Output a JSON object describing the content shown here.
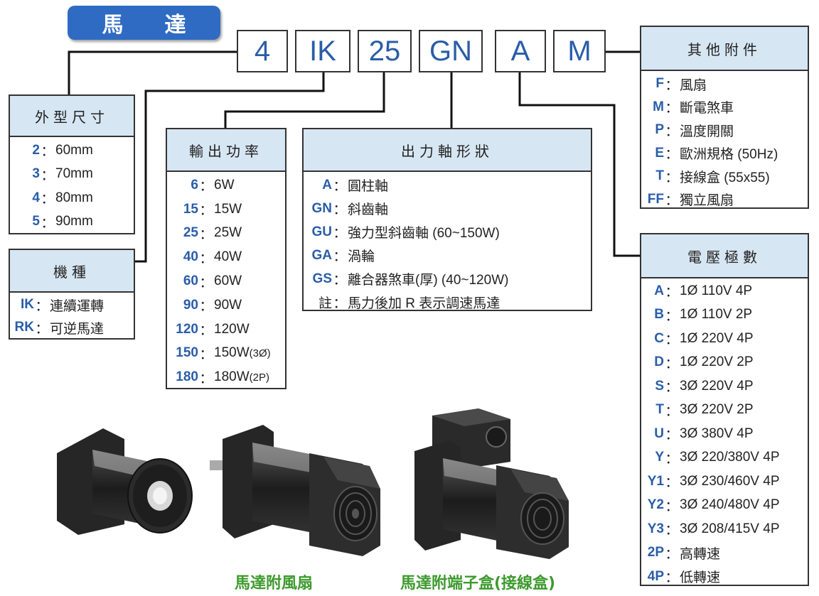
{
  "title": {
    "char1": "馬",
    "char2": "達"
  },
  "codes": [
    "4",
    "IK",
    "25",
    "GN",
    "A",
    "M"
  ],
  "size": {
    "header": "外型尺寸",
    "rows": [
      {
        "k": "2",
        "v": "60mm"
      },
      {
        "k": "3",
        "v": "70mm"
      },
      {
        "k": "4",
        "v": "80mm"
      },
      {
        "k": "5",
        "v": "90mm"
      }
    ]
  },
  "model": {
    "header": "機種",
    "rows": [
      {
        "k": "IK",
        "v": "連續運轉"
      },
      {
        "k": "RK",
        "v": "可逆馬達"
      }
    ]
  },
  "power": {
    "header": "輸出功率",
    "rows": [
      {
        "k": "6",
        "v": "6W",
        "sub": ""
      },
      {
        "k": "15",
        "v": "15W",
        "sub": ""
      },
      {
        "k": "25",
        "v": "25W",
        "sub": ""
      },
      {
        "k": "40",
        "v": "40W",
        "sub": ""
      },
      {
        "k": "60",
        "v": "60W",
        "sub": ""
      },
      {
        "k": "90",
        "v": "90W",
        "sub": ""
      },
      {
        "k": "120",
        "v": "120W",
        "sub": ""
      },
      {
        "k": "150",
        "v": "150W",
        "sub": "(3Ø)"
      },
      {
        "k": "180",
        "v": "180W",
        "sub": "(2P)"
      }
    ]
  },
  "shaft": {
    "header": "出力軸形狀",
    "rows": [
      {
        "k": "A",
        "v": "圓柱軸"
      },
      {
        "k": "GN",
        "v": "斜齒軸"
      },
      {
        "k": "GU",
        "v": "強力型斜齒軸 (60~150W)"
      },
      {
        "k": "GA",
        "v": "渦輪"
      },
      {
        "k": "GS",
        "v": "離合器煞車(厚) (40~120W)"
      }
    ],
    "note_key": "註",
    "note": "馬力後加 R 表示調速馬達"
  },
  "accessories": {
    "header": "其他附件",
    "rows": [
      {
        "k": "F",
        "v": "風扇"
      },
      {
        "k": "M",
        "v": "斷電煞車"
      },
      {
        "k": "P",
        "v": "溫度開關"
      },
      {
        "k": "E",
        "v": "歐洲規格 (50Hz)"
      },
      {
        "k": "T",
        "v": "接線盒 (55x55)"
      },
      {
        "k": "FF",
        "v": "獨立風扇"
      }
    ]
  },
  "voltage": {
    "header": "電壓極數",
    "rows": [
      {
        "k": "A",
        "v": "1Ø 110V 4P"
      },
      {
        "k": "B",
        "v": "1Ø 110V 2P"
      },
      {
        "k": "C",
        "v": "1Ø 220V 4P"
      },
      {
        "k": "D",
        "v": "1Ø 220V 2P"
      },
      {
        "k": "S",
        "v": "3Ø 220V 4P"
      },
      {
        "k": "T",
        "v": "3Ø 220V 2P"
      },
      {
        "k": "U",
        "v": "3Ø 380V 4P"
      },
      {
        "k": "Y",
        "v": "3Ø 220/380V 4P"
      },
      {
        "k": "Y1",
        "v": "3Ø 230/460V 4P"
      },
      {
        "k": "Y2",
        "v": "3Ø 240/480V 4P"
      },
      {
        "k": "Y3",
        "v": "3Ø 208/415V 4P"
      },
      {
        "k": "2P",
        "v": "高轉速"
      },
      {
        "k": "4P",
        "v": "低轉速"
      }
    ]
  },
  "separator": "：",
  "captions": {
    "fan": "馬達附風扇",
    "terminal": "馬達附端子盒(接線盒)"
  }
}
